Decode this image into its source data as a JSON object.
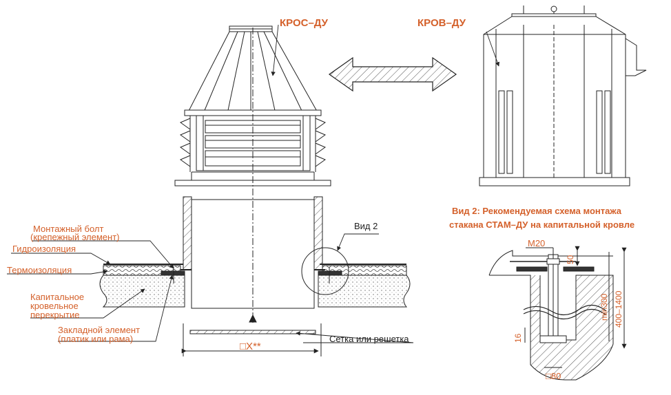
{
  "labels": {
    "kros_du": "КРОС–ДУ",
    "krov_du": "КРОВ–ДУ",
    "montazh_bolt": "Монтажный болт",
    "krep_element": "(крепежный элемент)",
    "gidroizolyaciya": "Гидроизоляция",
    "termoizolyaciya": "Термоизоляция",
    "kapital_line1": "Капитальное",
    "kapital_line2": "кровельное",
    "kapital_line3": "перекрытие",
    "zaklad_line1": "Закладной элемент",
    "zaklad_line2": "(платик или рама)",
    "vid2_marker": "Вид 2",
    "setka": "Сетка или решетка",
    "size_x": "□X**",
    "vid2_title_line1": "Вид 2: Рекомендуемая схема монтажа",
    "vid2_title_line2": "стакана СТАМ–ДУ на капитальной кровле"
  },
  "dimensions": {
    "m20": "M20",
    "d50": "50",
    "d16": "16",
    "min300": "min300",
    "d400_1400": "400–1400",
    "sq80": "□80"
  },
  "colors": {
    "accent": "#d4602a",
    "line": "#222222"
  }
}
